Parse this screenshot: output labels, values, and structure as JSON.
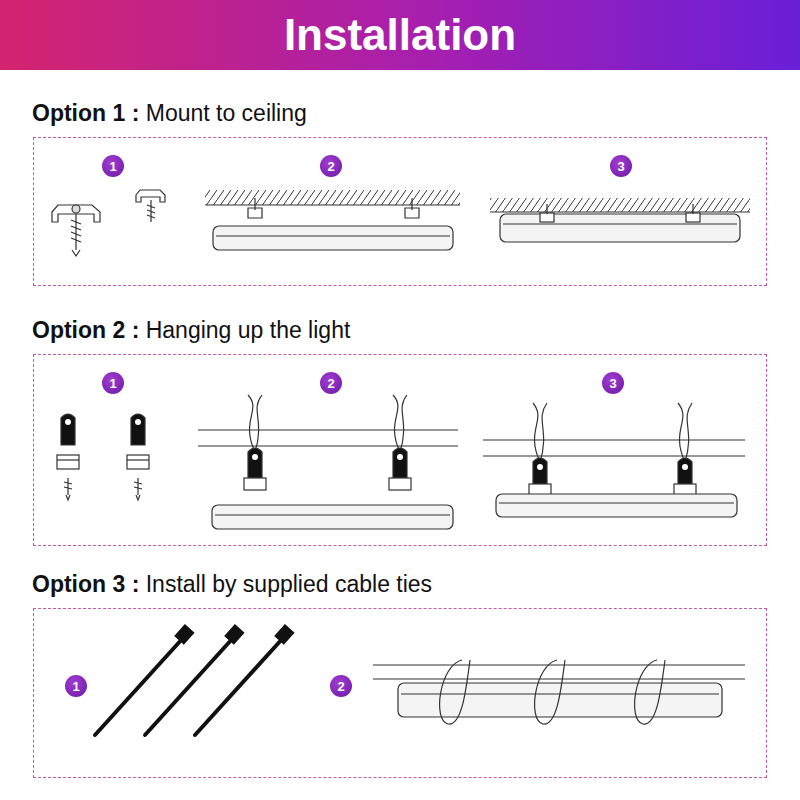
{
  "diagram": {
    "title": "Installation",
    "nodes": [
      {
        "text": [
          "Option 1 :",
          "Mount to ceiling"
        ]
      },
      {
        "text": [
          "1"
        ],
        "in": 0
      },
      {
        "text": [
          "2"
        ],
        "in": 0
      },
      {
        "text": [
          "3"
        ],
        "in": 0
      },
      {
        "text": [
          "Option 2 :",
          "Hanging up the light"
        ]
      },
      {
        "text": [
          "1"
        ],
        "in": 4
      },
      {
        "text": [
          "2"
        ],
        "in": 4
      },
      {
        "text": [
          "3"
        ],
        "in": 4
      },
      {
        "text": [
          "Option 3 :",
          "Install by supplied cable ties"
        ]
      },
      {
        "text": [
          "1"
        ],
        "in": 8
      },
      {
        "text": [
          "2"
        ],
        "in": 8
      }
    ]
  }
}
